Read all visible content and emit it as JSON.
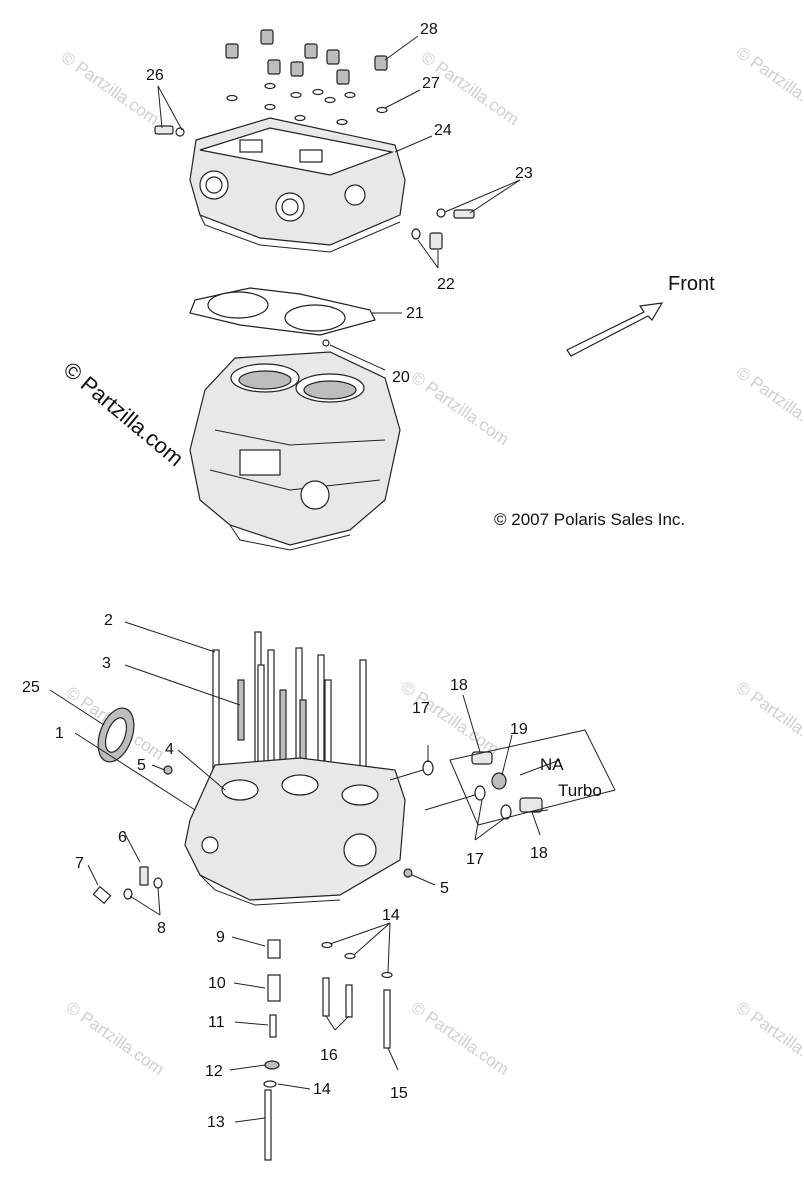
{
  "callouts": {
    "c1": "1",
    "c2": "2",
    "c3": "3",
    "c4": "4",
    "c5a": "5",
    "c5b": "5",
    "c6": "6",
    "c7": "7",
    "c8": "8",
    "c9": "9",
    "c10": "10",
    "c11": "11",
    "c12": "12",
    "c13": "13",
    "c14a": "14",
    "c14b": "14",
    "c15": "15",
    "c16": "16",
    "c17a": "17",
    "c17b": "17",
    "c18a": "18",
    "c18b": "18",
    "c19": "19",
    "c20": "20",
    "c21": "21",
    "c22": "22",
    "c23": "23",
    "c24": "24",
    "c25": "25",
    "c26": "26",
    "c27": "27",
    "c28": "28"
  },
  "labels": {
    "front": "Front",
    "na": "NA",
    "turbo": "Turbo",
    "copyright": "© 2007 Polaris Sales Inc."
  },
  "watermarks": {
    "main": "© Partzilla.com",
    "small": "© Partzilla.com"
  }
}
